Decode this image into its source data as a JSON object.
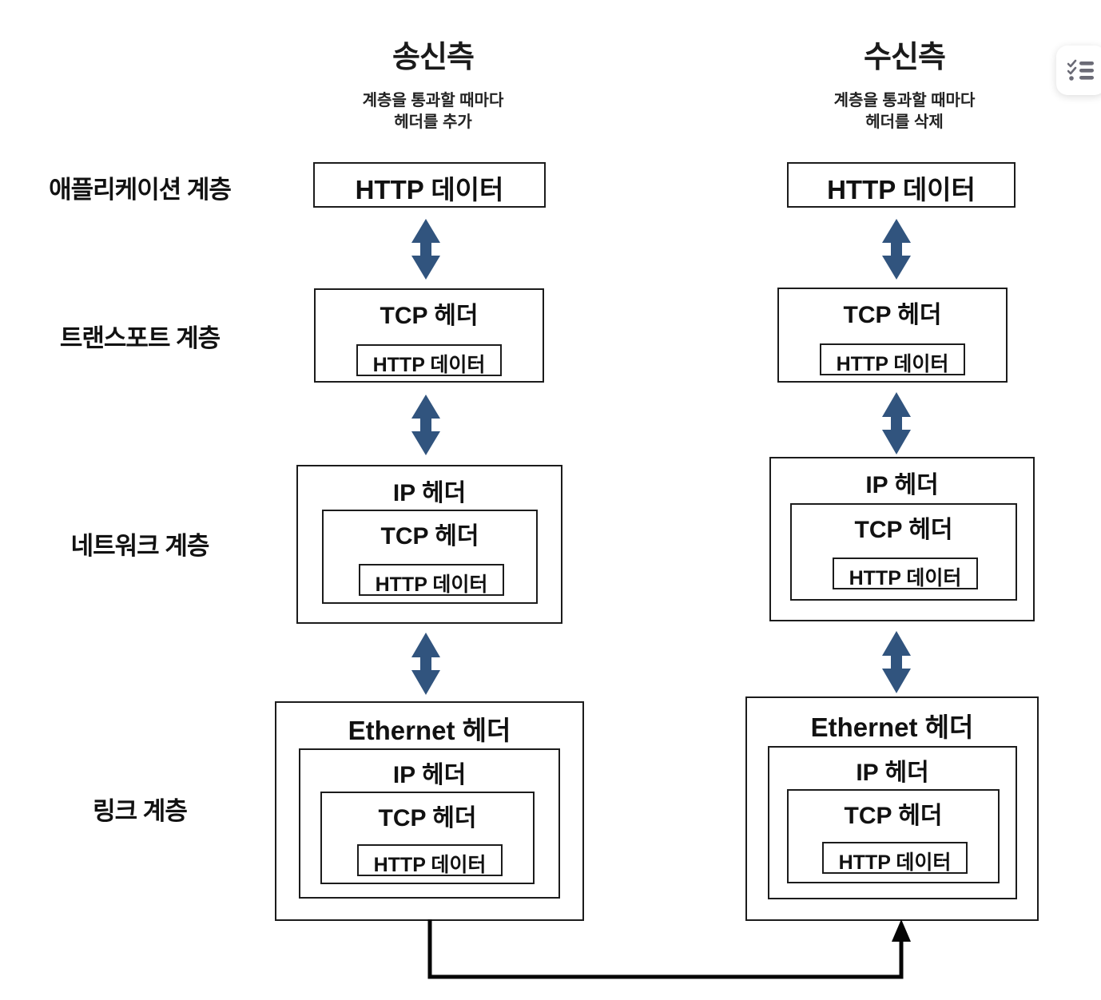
{
  "diagram": {
    "columns": [
      {
        "id": "sender",
        "title": "송신측",
        "subtitle_line1": "계층을 통과할 때마다",
        "subtitle_line2": "헤더를 추가"
      },
      {
        "id": "receiver",
        "title": "수신측",
        "subtitle_line1": "계층을 통과할 때마다",
        "subtitle_line2": "헤더를 삭제"
      }
    ],
    "layers": [
      {
        "id": "application",
        "name": "애플리케이션 계층"
      },
      {
        "id": "transport",
        "name": "트랜스포트 계층"
      },
      {
        "id": "network",
        "name": "네트워크 계층"
      },
      {
        "id": "link",
        "name": "링크 계층"
      }
    ],
    "labels": {
      "http_data": "HTTP 데이터",
      "tcp_header": "TCP 헤더",
      "ip_header": "IP 헤더",
      "ethernet_header": "Ethernet 헤더"
    },
    "colors": {
      "arrow_blue": "#31547E",
      "box_border": "#1c1c1c",
      "text": "#111111",
      "background": "#ffffff",
      "card_icon": "#6b6b76"
    },
    "bottom_connector": {
      "direction": "sender-to-receiver",
      "style": "black-elbow-line-with-arrowhead"
    }
  },
  "overlay": {
    "checklist_card": {
      "icon": "checklist-icon"
    }
  }
}
